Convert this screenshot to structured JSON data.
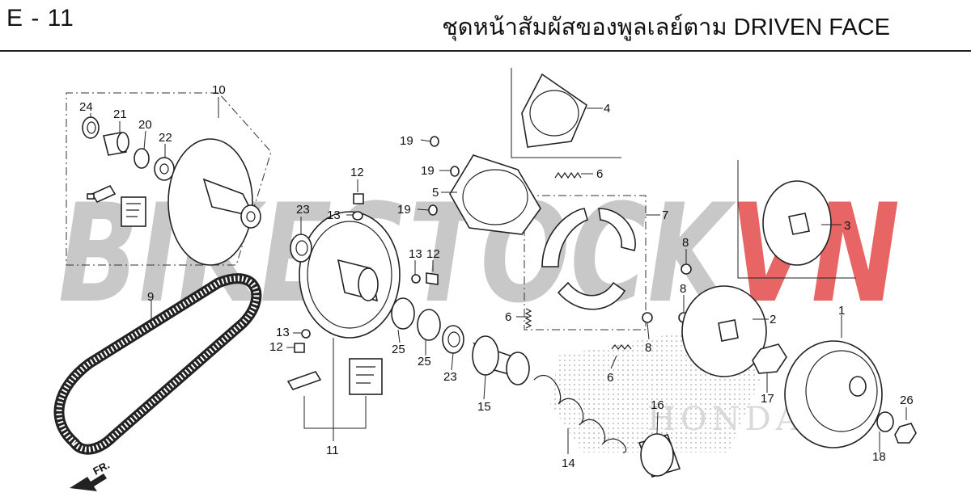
{
  "header": {
    "page_code": "E - 11",
    "title": "ชุดหน้าสัมผัสของพูลเลย์ตาม DRIVEN FACE"
  },
  "watermark": {
    "text_main": "BIKESTOCK",
    "text_accent": "VN",
    "color_main": "#b9b9b9",
    "color_accent": "#e23a3a"
  },
  "background_logo_text": "HONDA",
  "direction_label": "FR.",
  "callouts": {
    "c1": "1",
    "c2": "2",
    "c3": "3",
    "c4": "4",
    "c5": "5",
    "c6a": "6",
    "c6b": "6",
    "c6c": "6",
    "c7": "7",
    "c8a": "8",
    "c8b": "8",
    "c8c": "8",
    "c9": "9",
    "c10": "10",
    "c11": "11",
    "c12a": "12",
    "c12b": "12",
    "c12c": "12",
    "c13a": "13",
    "c13b": "13",
    "c13c": "13",
    "c14": "14",
    "c15": "15",
    "c16": "16",
    "c17": "17",
    "c18": "18",
    "c19a": "19",
    "c19b": "19",
    "c19c": "19",
    "c20": "20",
    "c21": "21",
    "c22": "22",
    "c23a": "23",
    "c23b": "23",
    "c24": "24",
    "c25a": "25",
    "c25b": "25",
    "c26": "26"
  }
}
